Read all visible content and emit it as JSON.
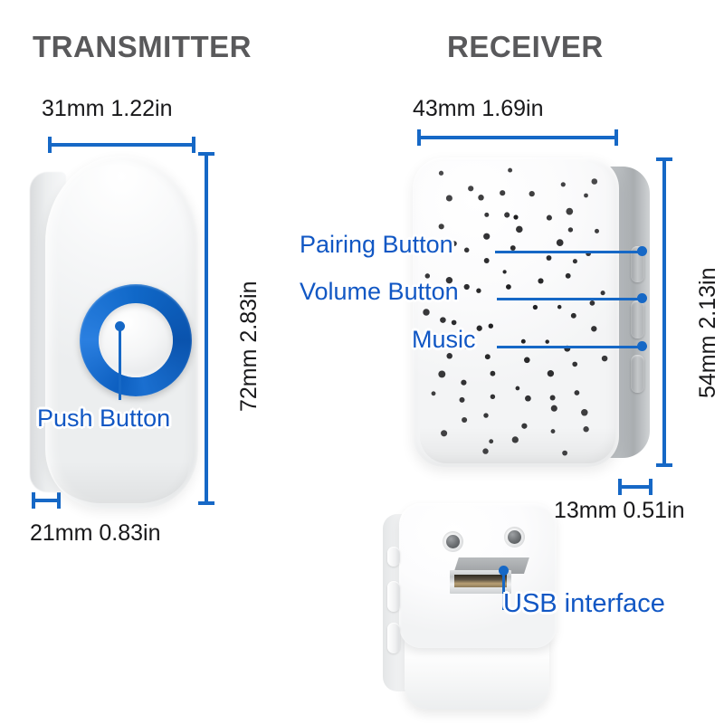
{
  "titles": {
    "transmitter": "TRANSMITTER",
    "receiver": "RECEIVER"
  },
  "colors": {
    "accent_blue": "#1668c6",
    "label_blue": "#1157c4",
    "title_gray": "#59595b",
    "dim_text": "#18181a"
  },
  "transmitter": {
    "dimensions": {
      "width": "31mm  1.22in",
      "height": "72mm  2.83in",
      "depth": "21mm  0.83in"
    },
    "callouts": [
      {
        "label": "Push Button",
        "target": "push-button"
      }
    ]
  },
  "receiver": {
    "dimensions": {
      "width": "43mm  1.69in",
      "height": "54mm  2.13in",
      "depth": "13mm  0.51in"
    },
    "callouts": [
      {
        "label": "Pairing Button",
        "target": "side-button-1"
      },
      {
        "label": "Volume Button",
        "target": "side-button-2"
      },
      {
        "label": "Music",
        "target": "side-button-3"
      }
    ]
  },
  "usb_unit": {
    "callouts": [
      {
        "label": "USB interface",
        "target": "usb-plug"
      }
    ]
  }
}
